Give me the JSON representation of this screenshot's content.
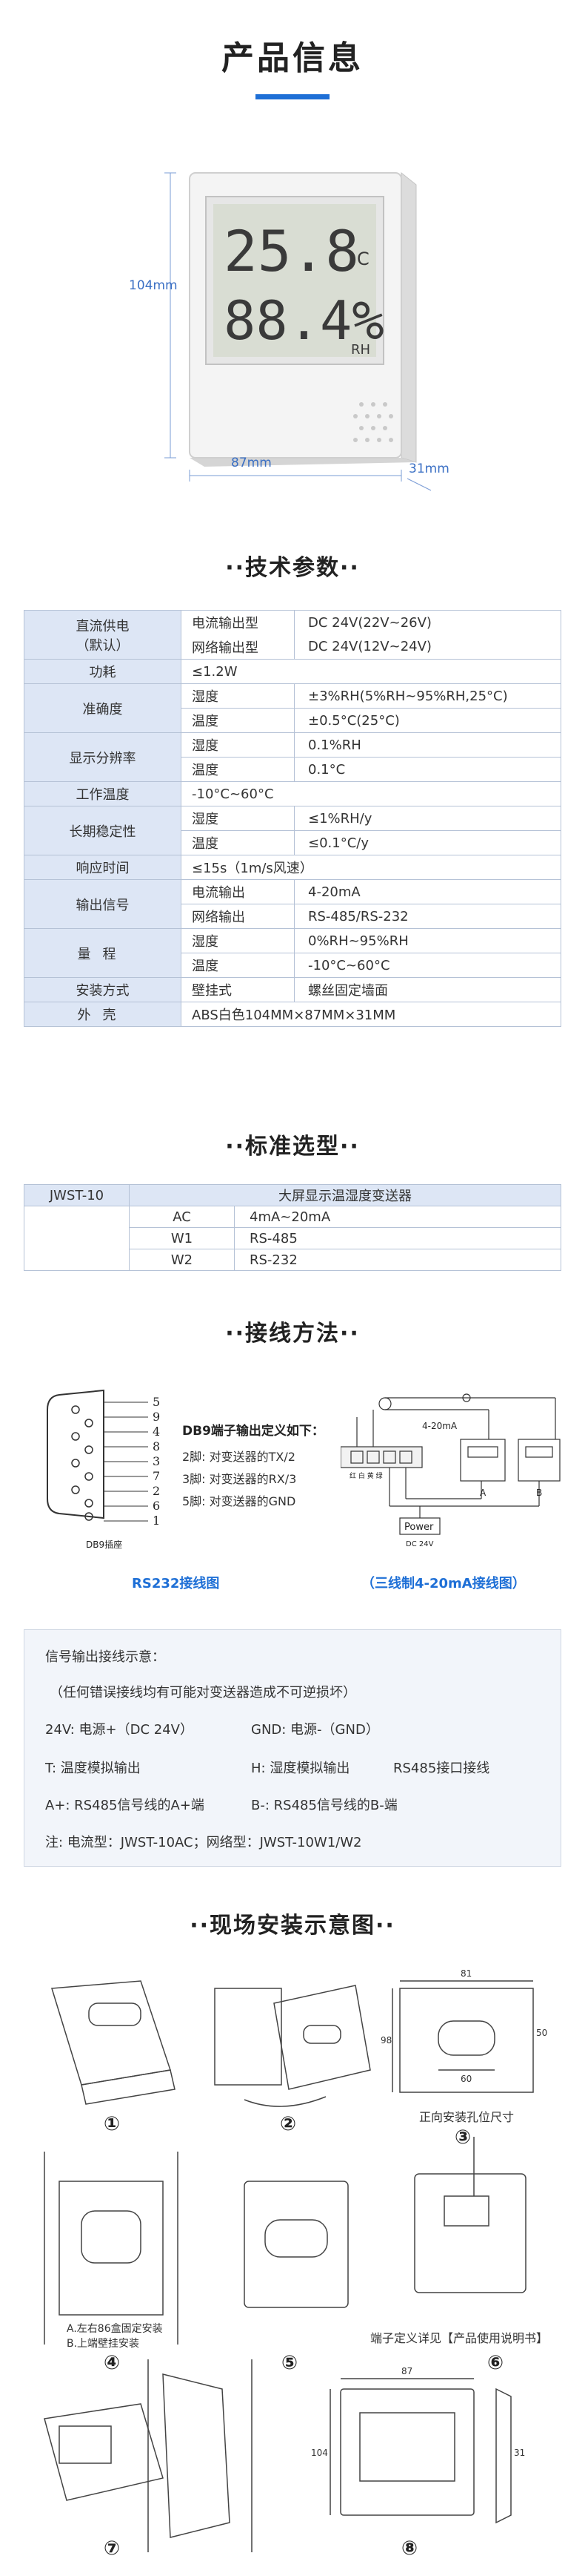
{
  "header": {
    "title": "产品信息"
  },
  "product": {
    "display_temp": "25.8",
    "display_temp_unit": "C",
    "display_hum": "88.4%",
    "display_hum_unit": "RH",
    "height_label": "104mm",
    "width_label": "87mm",
    "depth_label": "31mm"
  },
  "tech": {
    "heading": "··技术参数··",
    "rows": {
      "power_label1": "直流供电",
      "power_label2": "（默认）",
      "power_sub1": "电流输出型",
      "power_sub2": "网络输出型",
      "power_val1": "DC 24V(22V~26V)",
      "power_val2": "DC 24V(12V~24V)",
      "consumption_label": "功耗",
      "consumption_val": "≤1.2W",
      "accuracy_label": "准确度",
      "accuracy_sub1": "湿度",
      "accuracy_val1": "±3%RH(5%RH~95%RH,25°C)",
      "accuracy_sub2": "温度",
      "accuracy_val2": "±0.5°C(25°C)",
      "resolution_label": "显示分辨率",
      "resolution_sub1": "湿度",
      "resolution_val1": "0.1%RH",
      "resolution_sub2": "温度",
      "resolution_val2": "0.1°C",
      "worktemp_label": "工作温度",
      "worktemp_val": "-10°C~60°C",
      "stability_label": "长期稳定性",
      "stability_sub1": "湿度",
      "stability_val1": "≤1%RH/y",
      "stability_sub2": "温度",
      "stability_val2": "≤0.1°C/y",
      "response_label": "响应时间",
      "response_val": "≤15s（1m/s风速）",
      "output_label": "输出信号",
      "output_sub1": "电流输出",
      "output_val1": "4-20mA",
      "output_sub2": "网络输出",
      "output_val2": "RS-485/RS-232",
      "range_label": "量程",
      "range_sub1": "湿度",
      "range_val1": "0%RH~95%RH",
      "range_sub2": "温度",
      "range_val2": "-10°C~60°C",
      "mount_label": "安装方式",
      "mount_sub": "壁挂式",
      "mount_val": "螺丝固定墙面",
      "shell_label": "外壳",
      "shell_val": "ABS白色104MM×87MM×31MM"
    }
  },
  "model": {
    "heading": "··标准选型··",
    "code": "JWST-10",
    "title": "大屏显示温湿度变送器",
    "rows": [
      {
        "code": "AC",
        "val": "4mA~20mA"
      },
      {
        "code": "W1",
        "val": "RS-485"
      },
      {
        "code": "W2",
        "val": "RS-232"
      }
    ]
  },
  "wiring": {
    "heading": "··接线方法··",
    "db9_pins": [
      "5",
      "9",
      "4",
      "8",
      "3",
      "7",
      "2",
      "6",
      "1"
    ],
    "db9_label": "DB9插座",
    "def_title": "DB9端子输出定义如下：",
    "def_line1": "2脚: 对变送器的TX/2",
    "def_line2": "3脚: 对变送器的RX/3",
    "def_line3": "5脚: 对变送器的GND",
    "loop_label": "4-20mA",
    "power_label": "Power",
    "power_sub": "DC 24V",
    "ammeter_a": "A",
    "ammeter_b": "B",
    "terminal_labels": "红  白  黄  绿",
    "caption_left": "RS232接线图",
    "caption_right": "（三线制4-20mA接线图）"
  },
  "notes": {
    "title": "信号输出接线示意：",
    "warning": "（任何错误接线均有可能对变送器造成不可逆损坏）",
    "l1a": "24V: 电源+（DC 24V）",
    "l1b": "GND: 电源-（GND）",
    "l2a": "T: 温度模拟输出",
    "l2b": "H: 湿度模拟输出",
    "l2c": "RS485接口接线",
    "l3a": "A+: RS485信号线的A+端",
    "l3b": "B-: RS485信号线的B-端",
    "l4": "注:    电流型：JWST-10AC；网络型：JWST-10W1/W2"
  },
  "install": {
    "heading": "··现场安装示意图··",
    "steps": [
      "①",
      "②",
      "③",
      "④",
      "⑤",
      "⑥",
      "⑦",
      "⑧"
    ],
    "cap3": "正向安装孔位尺寸",
    "cap4a": "A.左右86盒固定安装",
    "cap4b": "B.上端壁挂安装",
    "cap6": "端子定义详见【产品使用说明书】",
    "dim81": "81",
    "dim98": "98",
    "dim60": "60",
    "dim50": "50",
    "dim87": "87",
    "dim104": "104",
    "dim31": "31"
  }
}
